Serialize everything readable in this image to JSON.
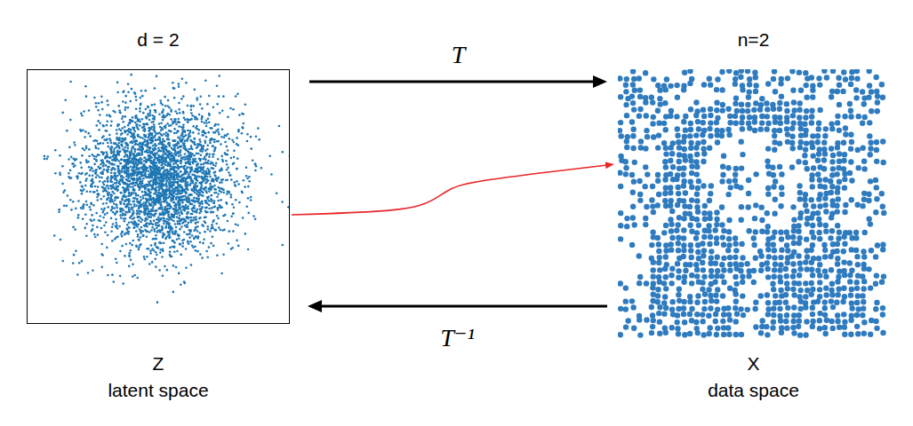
{
  "diagram": {
    "nodes": [
      {
        "text": [
          "d = 2",
          "Z",
          "latent space"
        ]
      },
      {
        "text": [
          "n=2",
          "X",
          "data space"
        ]
      }
    ],
    "edges": [
      {
        "from": 0,
        "to": 1,
        "label": "T",
        "arrow": "to"
      },
      {
        "from": 1,
        "to": 0,
        "label": "T⁻¹",
        "arrow": "to"
      },
      {
        "from": 0,
        "to": 1,
        "arrow": "to"
      }
    ]
  }
}
